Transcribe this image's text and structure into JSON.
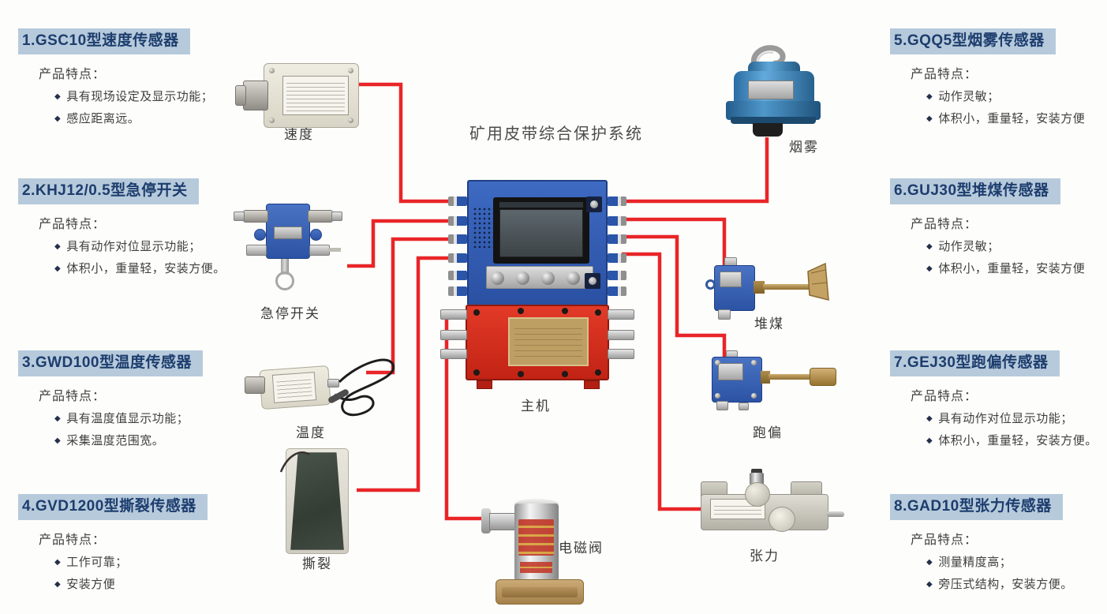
{
  "page": {
    "title": "矿用皮带综合保护系统"
  },
  "glyphs": {
    "bullet": "◆"
  },
  "panels_left": [
    {
      "heading": "1.GSC10型速度传感器",
      "intro": "产品特点：",
      "features": [
        "具有现场设定及显示功能；",
        "感应距离远。"
      ]
    },
    {
      "heading": "2.KHJ12/0.5型急停开关",
      "intro": "产品特点：",
      "features": [
        "具有动作对位显示功能；",
        "体积小，重量轻，安装方便。"
      ]
    },
    {
      "heading": "3.GWD100型温度传感器",
      "intro": "产品特点：",
      "features": [
        "具有温度值显示功能；",
        "采集温度范围宽。"
      ]
    },
    {
      "heading": "4.GVD1200型撕裂传感器",
      "intro": "产品特点：",
      "features": [
        "工作可靠；",
        "安装方便"
      ]
    }
  ],
  "panels_right": [
    {
      "heading": "5.GQQ5型烟雾传感器",
      "intro": "产品特点：",
      "features": [
        "动作灵敏；",
        "体积小，重量轻，安装方便"
      ]
    },
    {
      "heading": "6.GUJ30型堆煤传感器",
      "intro": "产品特点：",
      "features": [
        "动作灵敏；",
        "体积小，重量轻，安装方便"
      ]
    },
    {
      "heading": "7.GEJ30型跑偏传感器",
      "intro": "产品特点：",
      "features": [
        "具有动作对位显示功能；",
        "体积小，重量轻，安装方便。"
      ]
    },
    {
      "heading": "8.GAD10型张力传感器",
      "intro": "产品特点：",
      "features": [
        "测量精度高；",
        "旁压式结构，安装方便。"
      ]
    }
  ],
  "device_labels": {
    "speed": "速度",
    "estop": "急停开关",
    "temperature": "温度",
    "tear": "撕裂",
    "valve": "电磁阀",
    "host": "主机",
    "smoke": "烟雾",
    "coal": "堆煤",
    "deviation": "跑偏",
    "tension": "张力"
  },
  "colors": {
    "line_red": "#e92528",
    "heading_bg": "#b6cadb",
    "heading_text": "#1d3d6e",
    "body_text": "#3f3f3f",
    "host_blue": "#2e5cb8",
    "power_red": "#d92b20"
  }
}
